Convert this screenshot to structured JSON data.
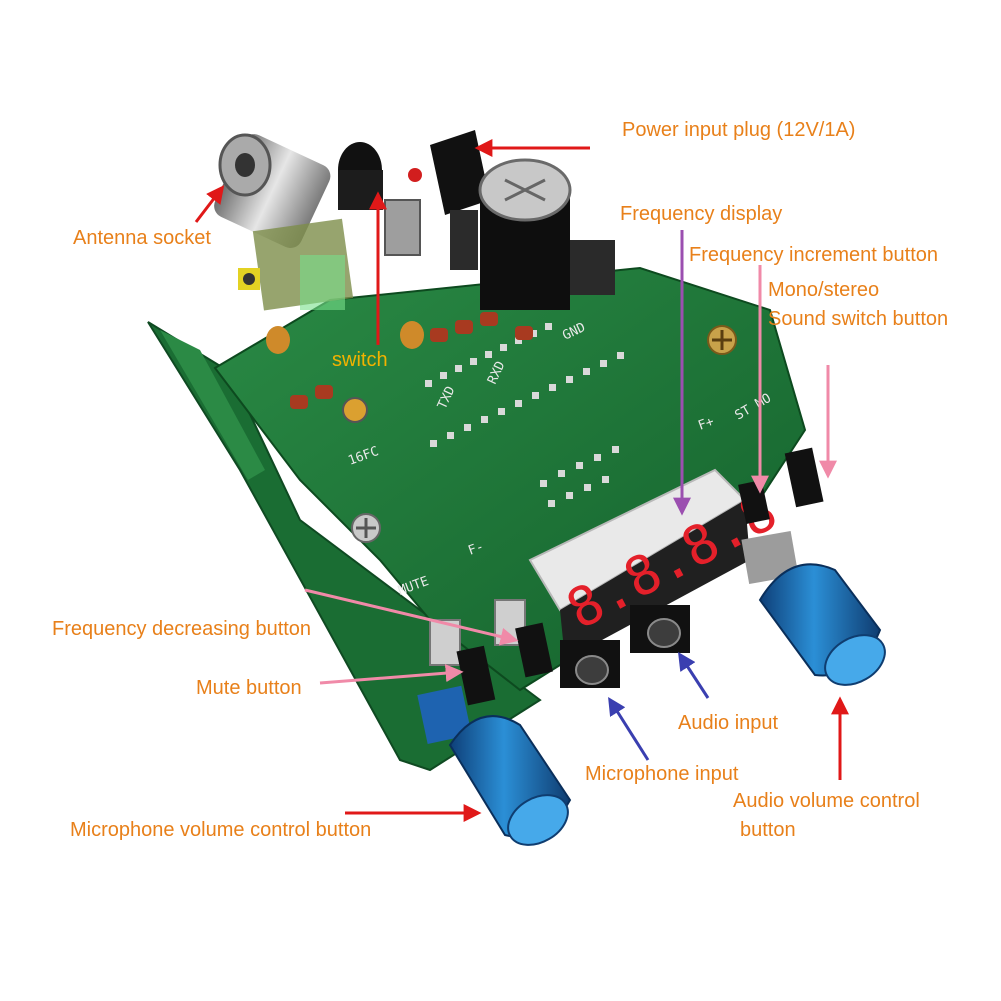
{
  "labels": {
    "power_input": "Power input plug (12V/1A)",
    "antenna_socket": "Antenna socket",
    "switch": "switch",
    "frequency_display": "Frequency display",
    "frequency_increment": "Frequency increment button",
    "mono_stereo_line1": "Mono/stereo",
    "mono_stereo_line2": "Sound switch button",
    "frequency_decreasing": "Frequency decreasing button",
    "mute_button": "Mute button",
    "audio_input": "Audio input",
    "microphone_input": "Microphone input",
    "audio_volume_line1": "Audio volume control",
    "audio_volume_line2": "button",
    "microphone_volume": "Microphone volume control button"
  },
  "board_silkscreen": {
    "gnd": "GND",
    "txd": "TXD",
    "rxd": "RXD",
    "model": "16FC",
    "mute": "MUTE",
    "f_minus": "F-",
    "f_plus": "F+",
    "st_mo": "ST MO"
  },
  "display_digits": "8.8.8.8",
  "colors": {
    "label_orange": "#e8801a",
    "label_yellow": "#f2b200",
    "arrow_red": "#e01818",
    "arrow_purple": "#9b4fb0",
    "arrow_pink": "#f08aa8",
    "arrow_blue": "#3a3fb0",
    "pcb_green": "#1f7a3a",
    "knob_blue": "#1e6fb8",
    "display_red": "#e4202a"
  },
  "icons": {
    "antenna": "bnc-connector-icon",
    "power": "dc-jack-icon",
    "knob": "rotary-knob-icon",
    "display": "seven-segment-display-icon"
  }
}
